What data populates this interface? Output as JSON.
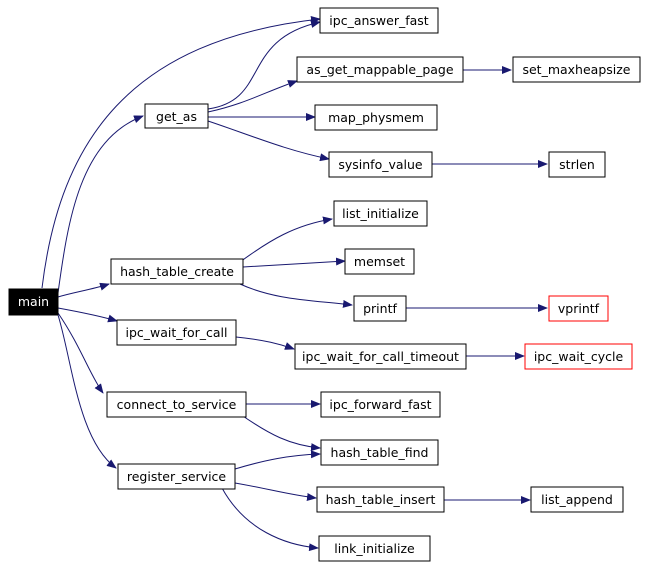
{
  "colors": {
    "edge": "#191970",
    "node_border": "#000000",
    "node_border_external": "#ff0000",
    "root_fill": "#000000",
    "root_text": "#ffffff"
  },
  "nodes": {
    "main": {
      "label": "main",
      "style": "root"
    },
    "get_as": {
      "label": "get_as",
      "style": "normal"
    },
    "hash_table_create": {
      "label": "hash_table_create",
      "style": "normal"
    },
    "ipc_wait_for_call": {
      "label": "ipc_wait_for_call",
      "style": "normal"
    },
    "connect_to_service": {
      "label": "connect_to_service",
      "style": "normal"
    },
    "register_service": {
      "label": "register_service",
      "style": "normal"
    },
    "ipc_answer_fast": {
      "label": "ipc_answer_fast",
      "style": "normal"
    },
    "as_get_mappable_page": {
      "label": "as_get_mappable_page",
      "style": "normal"
    },
    "map_physmem": {
      "label": "map_physmem",
      "style": "normal"
    },
    "sysinfo_value": {
      "label": "sysinfo_value",
      "style": "normal"
    },
    "set_maxheapsize": {
      "label": "set_maxheapsize",
      "style": "normal"
    },
    "strlen": {
      "label": "strlen",
      "style": "normal"
    },
    "list_initialize": {
      "label": "list_initialize",
      "style": "normal"
    },
    "memset": {
      "label": "memset",
      "style": "normal"
    },
    "printf": {
      "label": "printf",
      "style": "normal"
    },
    "vprintf": {
      "label": "vprintf",
      "style": "external"
    },
    "ipc_wait_for_call_timeout": {
      "label": "ipc_wait_for_call_timeout",
      "style": "normal"
    },
    "ipc_wait_cycle": {
      "label": "ipc_wait_cycle",
      "style": "external"
    },
    "ipc_forward_fast": {
      "label": "ipc_forward_fast",
      "style": "normal"
    },
    "hash_table_find": {
      "label": "hash_table_find",
      "style": "normal"
    },
    "hash_table_insert": {
      "label": "hash_table_insert",
      "style": "normal"
    },
    "list_append": {
      "label": "list_append",
      "style": "normal"
    },
    "link_initialize": {
      "label": "link_initialize",
      "style": "normal"
    }
  },
  "edges": [
    [
      "main",
      "get_as"
    ],
    [
      "main",
      "ipc_answer_fast"
    ],
    [
      "main",
      "hash_table_create"
    ],
    [
      "main",
      "ipc_wait_for_call"
    ],
    [
      "main",
      "connect_to_service"
    ],
    [
      "main",
      "register_service"
    ],
    [
      "get_as",
      "ipc_answer_fast"
    ],
    [
      "get_as",
      "as_get_mappable_page"
    ],
    [
      "get_as",
      "map_physmem"
    ],
    [
      "get_as",
      "sysinfo_value"
    ],
    [
      "as_get_mappable_page",
      "set_maxheapsize"
    ],
    [
      "sysinfo_value",
      "strlen"
    ],
    [
      "hash_table_create",
      "list_initialize"
    ],
    [
      "hash_table_create",
      "memset"
    ],
    [
      "hash_table_create",
      "printf"
    ],
    [
      "printf",
      "vprintf"
    ],
    [
      "ipc_wait_for_call",
      "ipc_wait_for_call_timeout"
    ],
    [
      "ipc_wait_for_call_timeout",
      "ipc_wait_cycle"
    ],
    [
      "connect_to_service",
      "ipc_forward_fast"
    ],
    [
      "connect_to_service",
      "hash_table_find"
    ],
    [
      "register_service",
      "hash_table_find"
    ],
    [
      "register_service",
      "hash_table_insert"
    ],
    [
      "register_service",
      "link_initialize"
    ],
    [
      "hash_table_insert",
      "list_append"
    ]
  ]
}
